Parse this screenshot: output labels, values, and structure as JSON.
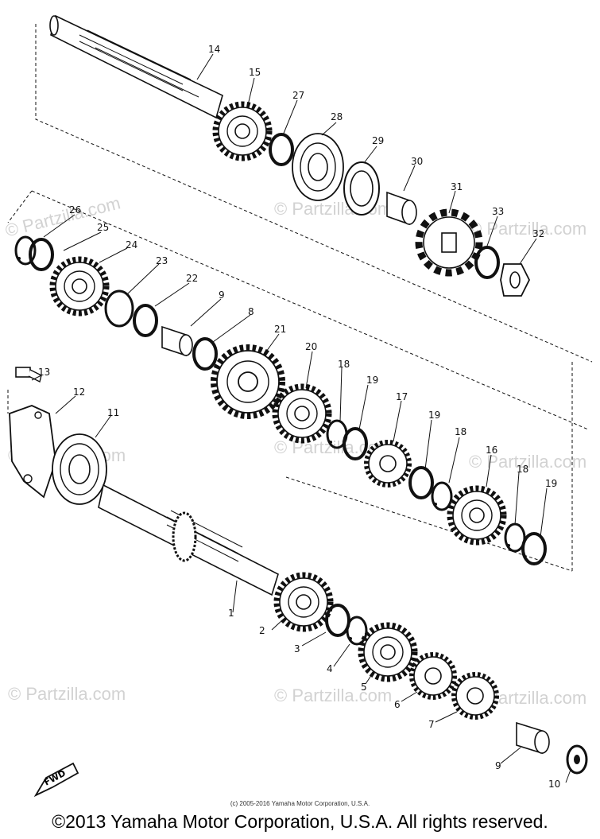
{
  "watermark_text": "© Partzilla.com",
  "copyright_small": "(c) 2005-2016 Yamaha Motor Corporation, U.S.A.",
  "copyright_main": "©2013 Yamaha Motor Corporation, U.S.A. All rights reserved.",
  "fwd_label": "FWD",
  "callouts": {
    "p1": "1",
    "p2": "2",
    "p3": "3",
    "p4": "4",
    "p5": "5",
    "p6": "6",
    "p7": "7",
    "p8": "8",
    "p9a": "9",
    "p9b": "9",
    "p10": "10",
    "p11": "11",
    "p12": "12",
    "p13": "13",
    "p14": "14",
    "p15": "15",
    "p16": "16",
    "p17": "17",
    "p18a": "18",
    "p18b": "18",
    "p18c": "18",
    "p19a": "19",
    "p19b": "19",
    "p19c": "19",
    "p20": "20",
    "p21": "21",
    "p22": "22",
    "p23": "23",
    "p24": "24",
    "p25": "25",
    "p26": "26",
    "p27": "27",
    "p28": "28",
    "p29": "29",
    "p30": "30",
    "p31": "31",
    "p32": "32",
    "p33": "33"
  },
  "colors": {
    "line": "#111111",
    "watermark": "#d2d2d2",
    "background": "#ffffff"
  }
}
